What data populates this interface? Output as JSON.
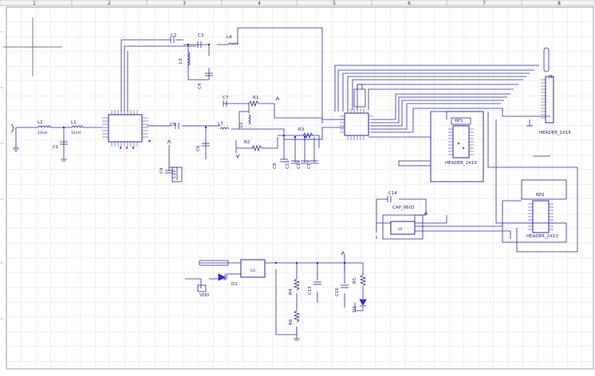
{
  "ruler": {
    "columns": [
      "1",
      "2",
      "3",
      "4",
      "5",
      "6",
      "7",
      "8"
    ]
  },
  "labels": {
    "l2": "L2",
    "l2_val": "10nH",
    "l1": "L1",
    "l1_val": "11nH",
    "c1": "C1",
    "c2": "C2",
    "c3": "C3",
    "l4": "L4",
    "l3": "L3",
    "c4": "C4",
    "c7": "C7",
    "r1": "R1",
    "l5": "L5",
    "c5": "C5",
    "l7": "L7",
    "c6": "C6",
    "r2": "R2",
    "r3": "R3",
    "c8": "C8",
    "c11": "C11",
    "c12": "C12",
    "c13": "C13",
    "c9": "C9",
    "c10": "C10",
    "rp1": "RP1",
    "hdr1": "HEADER_2X10",
    "rp2": "RP2",
    "hdr2": "HEADER_2X10",
    "j1": "J1",
    "hdr3": "HEADER_1X15",
    "c14": "C14",
    "cap": "CAP_0603",
    "u3": "U3",
    "u2": "U2",
    "d1": "D1",
    "vdd": "VDD",
    "r4": "R4",
    "r6": "R6",
    "c15": "C15",
    "c16": "C16",
    "r5": "R5",
    "d2": "D2"
  },
  "colors": {
    "wire": "#2b2b9a",
    "part": "#2b2b9a",
    "grid": "#cfd2dc",
    "text": "#1a1a80"
  }
}
